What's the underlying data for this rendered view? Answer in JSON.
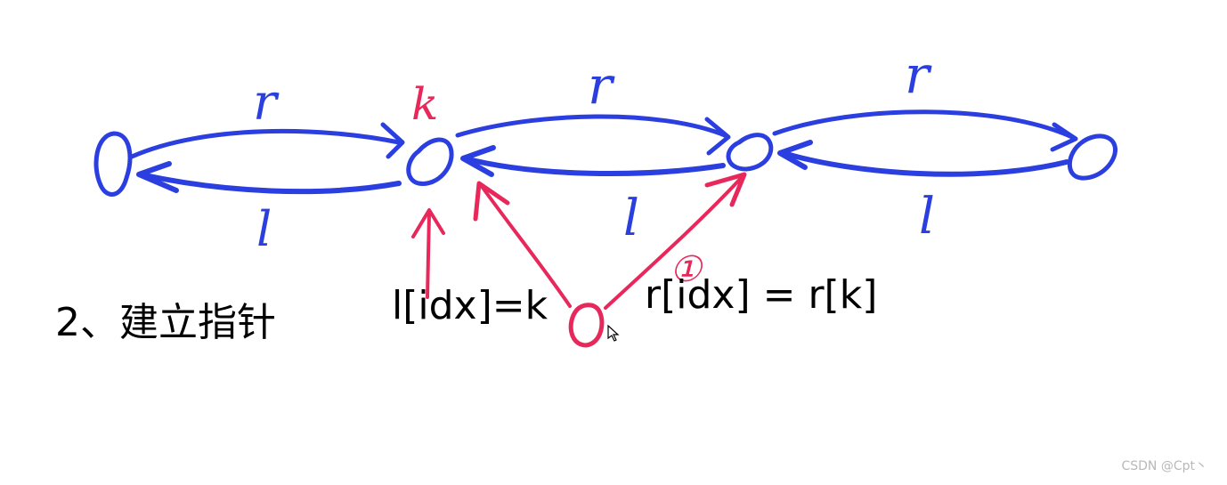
{
  "caption": "2、建立指针",
  "equations": {
    "left": "l[idx]=k",
    "right": "r[idx] = r[k]"
  },
  "handwritten": {
    "r_label": "r",
    "l_label": "l",
    "k_label": "k",
    "step_mark": "①"
  },
  "colors": {
    "list_ink": "#2b3fe0",
    "new_ink": "#e8285a",
    "text": "#000000",
    "watermark": "#b8b8b8"
  },
  "watermark": "CSDN @Cpt丶"
}
